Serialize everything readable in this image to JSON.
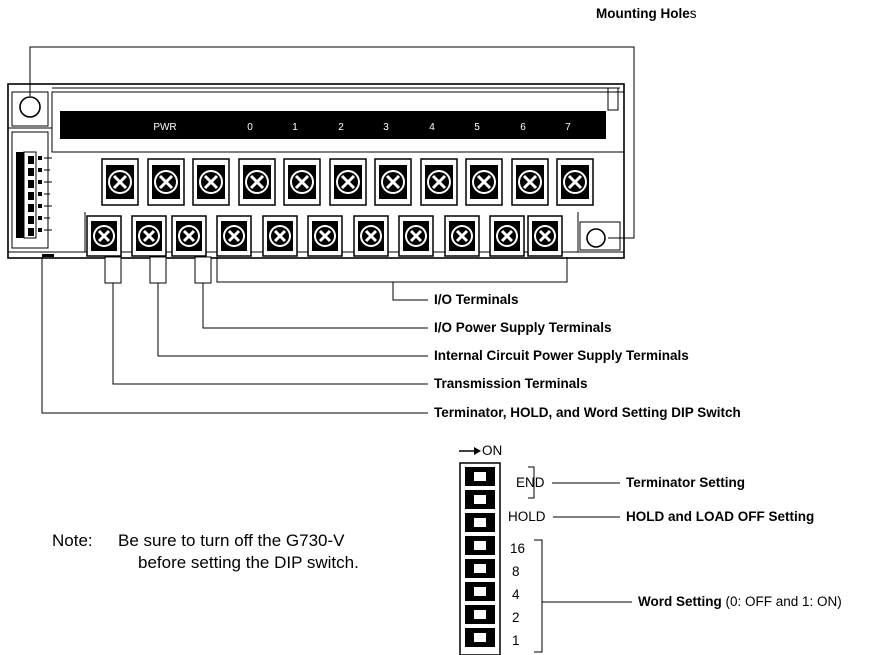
{
  "labels": {
    "mounting_holes_bold": "Mounting Hole",
    "mounting_holes_tail": "s",
    "io_terminals": "I/O Terminals",
    "io_power": "I/O Power Supply Terminals",
    "internal_power": "Internal Circuit Power Supply Terminals",
    "transmission": "Transmission Terminals",
    "dip_switch": "Terminator, HOLD, and Word Setting DIP Switch"
  },
  "leds": [
    "PWR",
    "0",
    "1",
    "2",
    "3",
    "4",
    "5",
    "6",
    "7"
  ],
  "dip": {
    "on_label": "ON",
    "end_label": "END",
    "hold_label": "HOLD",
    "word_values": [
      "16",
      "8",
      "4",
      "2",
      "1"
    ]
  },
  "settings": {
    "terminator": "Terminator Setting",
    "hold_load": "HOLD and LOAD OFF Setting",
    "word_bold": "Word Setting",
    "word_detail": " (0: OFF and 1: ON)"
  },
  "note": {
    "prefix": "Note:",
    "line1": "Be sure to turn off the G730-V",
    "line2": "before setting the DIP switch."
  }
}
